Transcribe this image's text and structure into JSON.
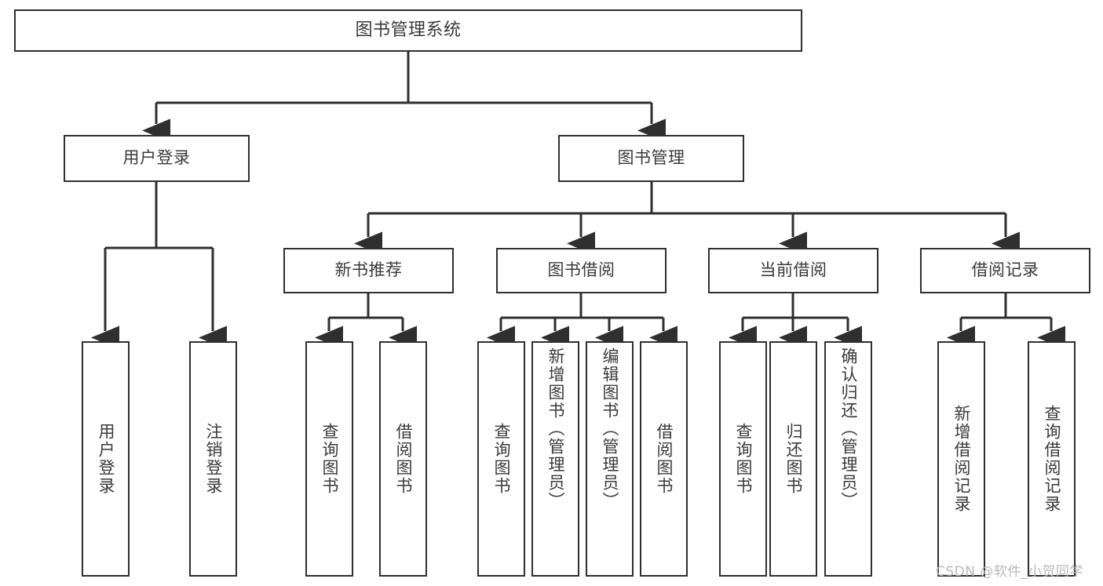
{
  "diagram": {
    "title": "图书管理系统",
    "type": "hierarchy-tree",
    "root": {
      "label": "图书管理系统"
    },
    "level1": [
      {
        "label": "用户登录"
      },
      {
        "label": "图书管理"
      }
    ],
    "level2": [
      {
        "label": "新书推荐"
      },
      {
        "label": "图书借阅"
      },
      {
        "label": "当前借阅"
      },
      {
        "label": "借阅记录"
      }
    ],
    "leaves": {
      "user_login": [
        {
          "label": "用户登录"
        },
        {
          "label": "注销登录"
        }
      ],
      "new_book_recommend": [
        {
          "label": "查询图书"
        },
        {
          "label": "借阅图书"
        }
      ],
      "book_borrow": [
        {
          "label": "查询图书"
        },
        {
          "label": "新增图书（管理员）"
        },
        {
          "label": "编辑图书（管理员）"
        },
        {
          "label": "借阅图书"
        }
      ],
      "current_borrow": [
        {
          "label": "查询图书"
        },
        {
          "label": "归还图书"
        },
        {
          "label": "确认归还（管理员）"
        }
      ],
      "borrow_record": [
        {
          "label": "新增借阅记录"
        },
        {
          "label": "查询借阅记录"
        }
      ]
    }
  },
  "watermark": {
    "text": "CSDN @软件_小贺同学"
  },
  "colors": {
    "stroke": "#2f2f2f",
    "text": "#3a3a3a",
    "background": "#ffffff",
    "watermark": "#b9b9b9"
  }
}
